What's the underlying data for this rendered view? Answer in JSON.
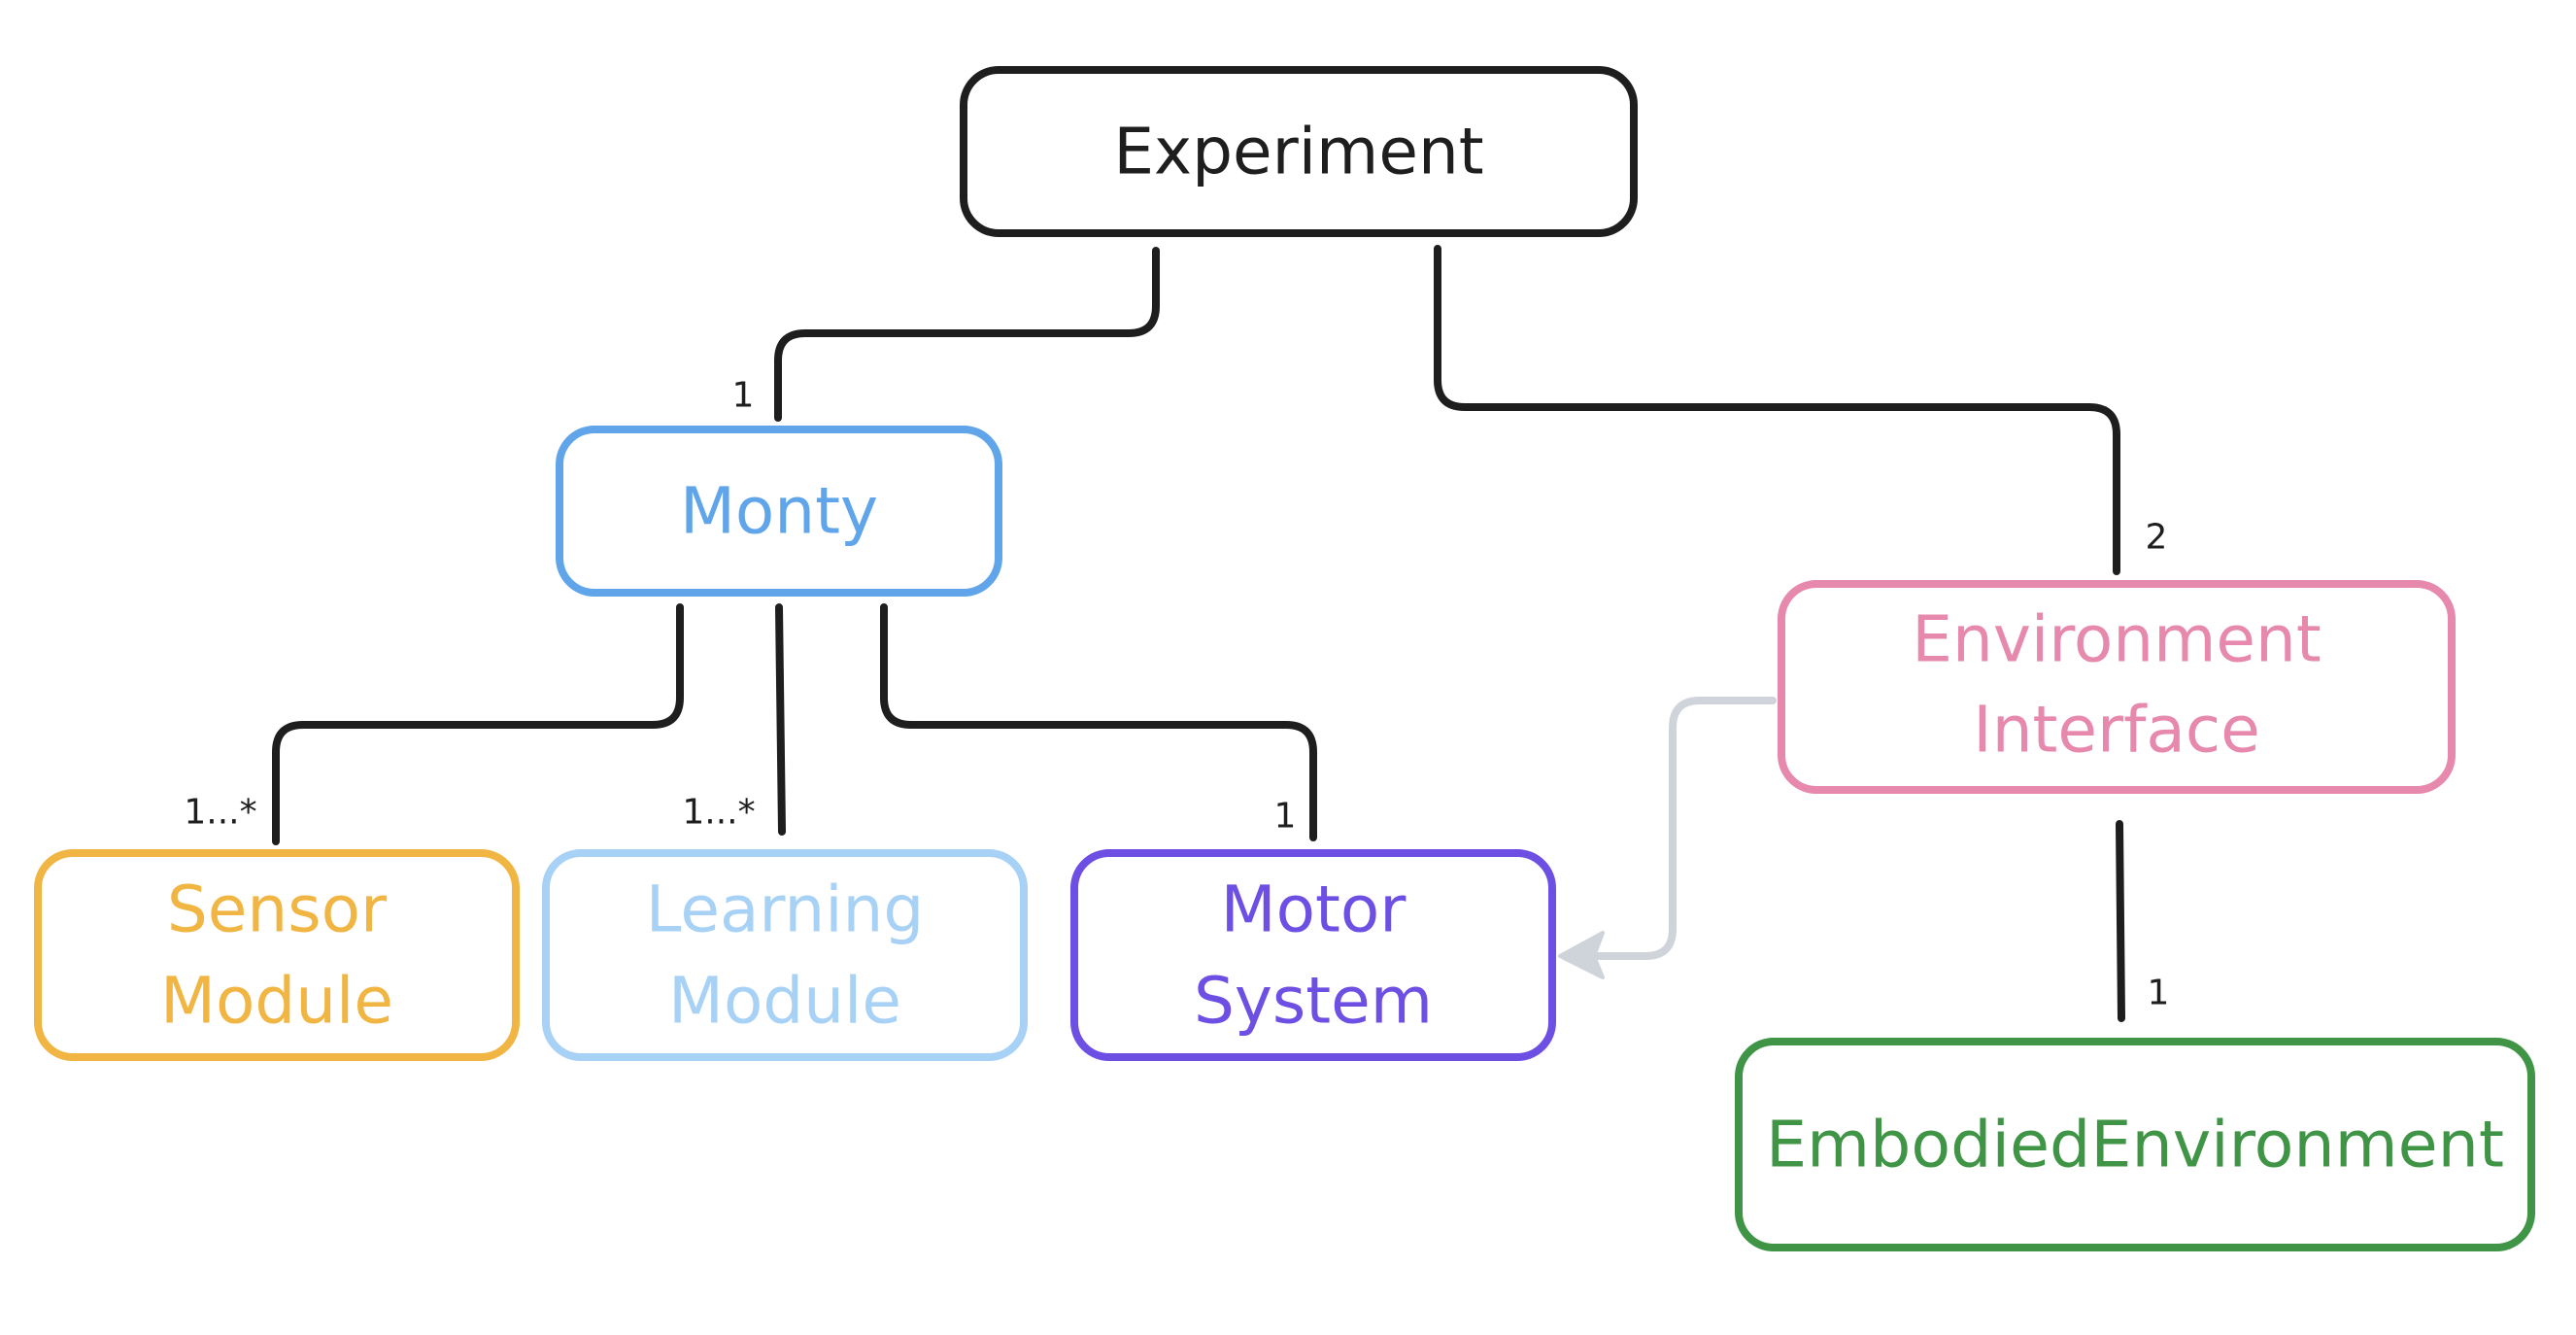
{
  "nodes": {
    "experiment": {
      "label": "Experiment",
      "color": "#1e1e1e"
    },
    "monty": {
      "label": "Monty",
      "color": "#60a5ea"
    },
    "environment_interface": {
      "line1": "Environment",
      "line2": "Interface",
      "color": "#e788ad"
    },
    "sensor_module": {
      "line1": "Sensor",
      "line2": "Module",
      "color": "#f0b542"
    },
    "learning_module": {
      "line1": "Learning",
      "line2": "Module",
      "color": "#a8d1f6"
    },
    "motor_system": {
      "line1": "Motor",
      "line2": "System",
      "color": "#6e4fe3"
    },
    "embodied_environment": {
      "label": "EmbodiedEnvironment",
      "color": "#3f9545"
    }
  },
  "multiplicities": {
    "experiment_to_monty": "1",
    "experiment_to_environment_interface": "2",
    "monty_to_sensor_module": "1...*",
    "monty_to_learning_module": "1...*",
    "monty_to_motor_system": "1",
    "environment_interface_to_embodied_environment": "1"
  },
  "colors": {
    "connector": "#1e1e1e",
    "signal_arrow": "#ced4da"
  }
}
